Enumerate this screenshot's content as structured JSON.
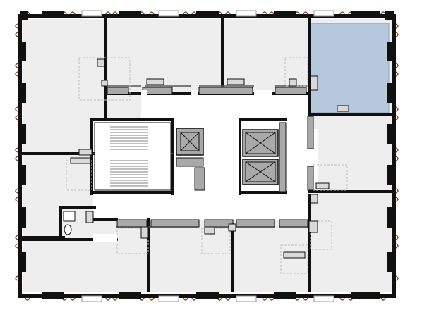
{
  "floor_plan": {
    "colors": {
      "background": "#ffffff",
      "room_fill": "#eeeeee",
      "corridor_fill": "#ffffff",
      "highlight_fill": "#b6c8dc",
      "highlight_stroke": "#8aa2bf",
      "wall": "#111111",
      "fixture_fill": "#a9a9a9",
      "glazing": "#d0d0d0",
      "radiator": "#8a4a30"
    },
    "highlighted_unit": "apartment-north-east",
    "units": [
      "apartment-north-west",
      "apartment-north-center-left",
      "apartment-north-center-right",
      "apartment-north-east",
      "apartment-west-middle",
      "apartment-east-middle",
      "apartment-south-west",
      "apartment-south-center-left",
      "apartment-south-center-right",
      "apartment-south-east"
    ],
    "core": [
      "stair",
      "elevator-left",
      "elevator-right-top",
      "elevator-right-bottom",
      "restroom"
    ]
  }
}
